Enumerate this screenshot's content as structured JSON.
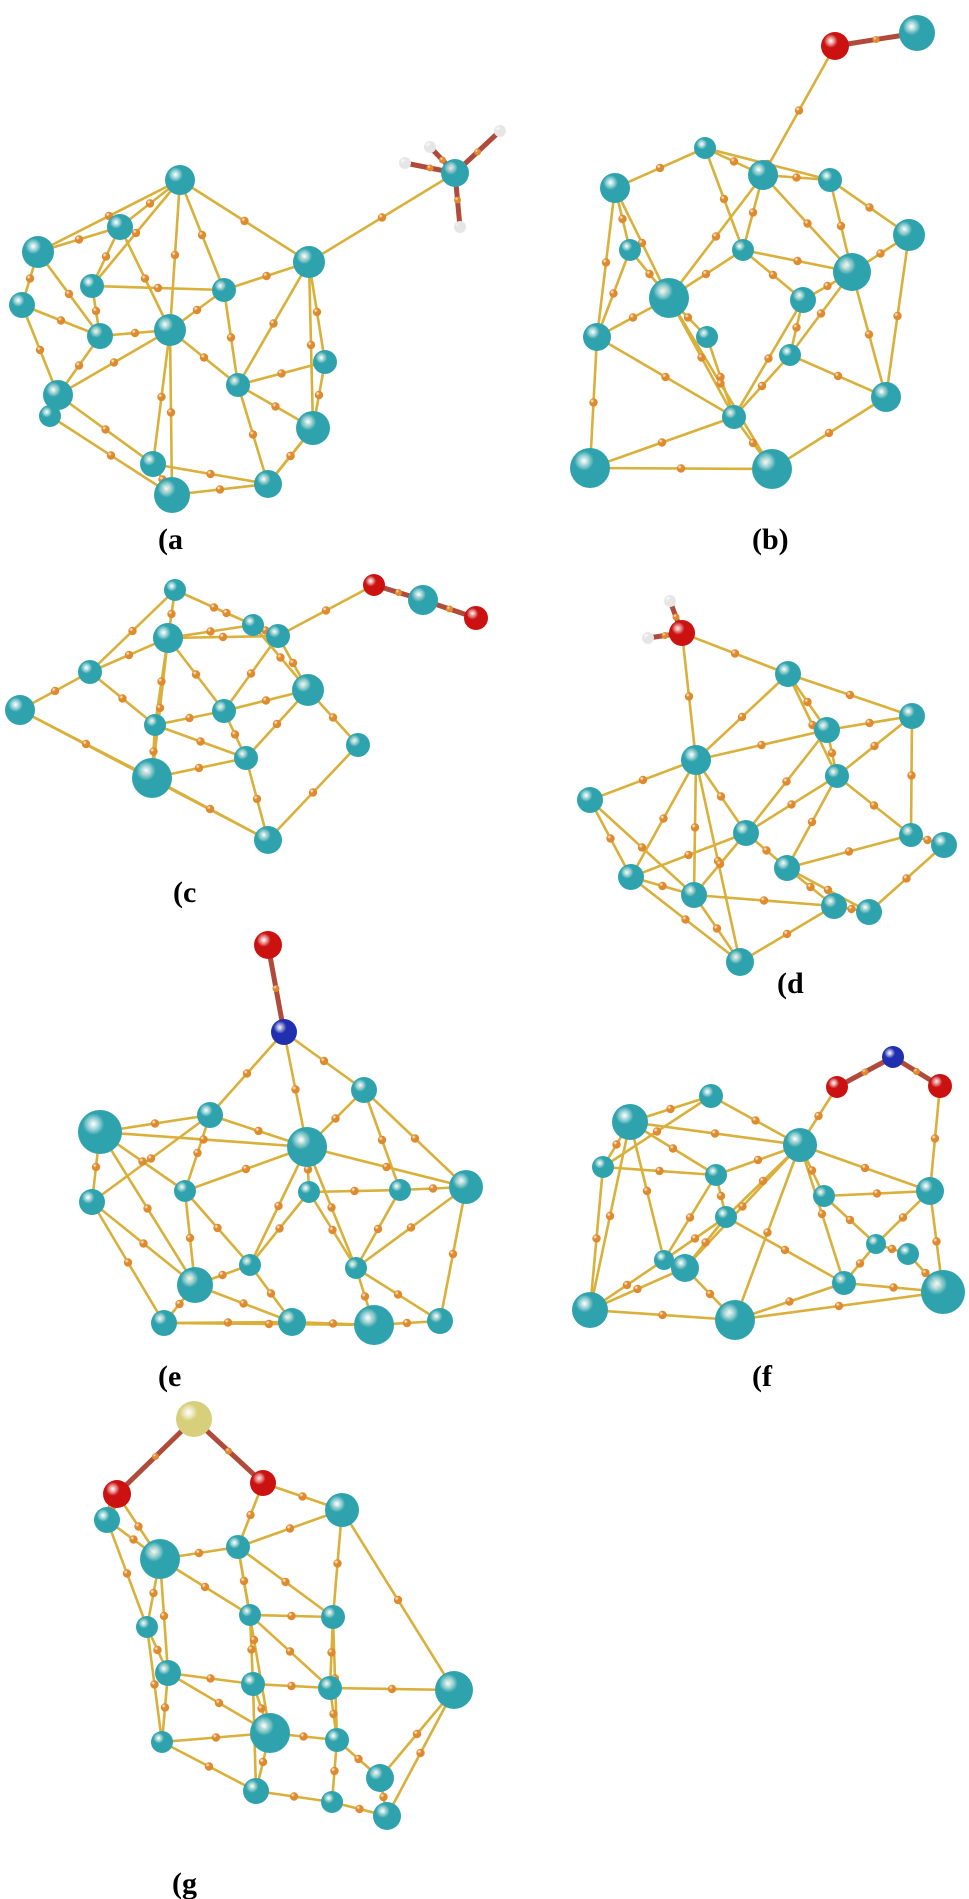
{
  "figure": {
    "colors": {
      "metal": "#2fa3ad",
      "bond": "#d9b03a",
      "critical_point": "#e08a2e",
      "oxygen": "#cc1111",
      "nitrogen": "#1f2fb0",
      "hydrogen": "#e6e6e6",
      "sulfur": "#d8cf7a",
      "carbon": "#2fa3ad"
    },
    "panels": [
      {
        "id": "a",
        "caption": "(a",
        "adsorbate": "CH4"
      },
      {
        "id": "b",
        "caption": "(b)",
        "adsorbate": "CO"
      },
      {
        "id": "c",
        "caption": "(c",
        "adsorbate": "CO2"
      },
      {
        "id": "d",
        "caption": "(d",
        "adsorbate": "H2O"
      },
      {
        "id": "e",
        "caption": "(e",
        "adsorbate": "NO"
      },
      {
        "id": "f",
        "caption": "(f",
        "adsorbate": "NO2"
      },
      {
        "id": "g",
        "caption": "(g",
        "adsorbate": "SO2"
      }
    ]
  }
}
